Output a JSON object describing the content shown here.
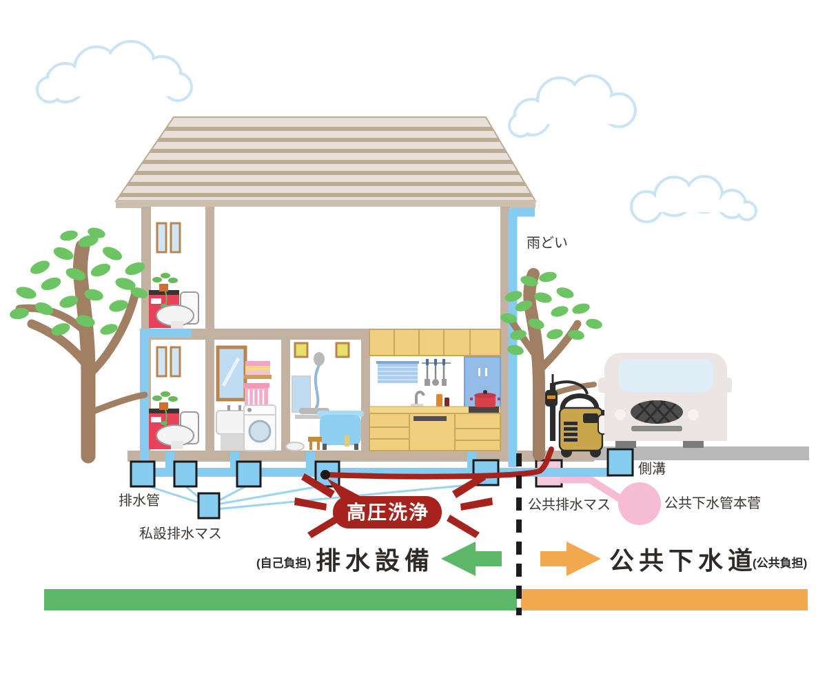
{
  "diagram": {
    "labels": {
      "rain_gutter": "雨どい",
      "drain_pipe": "排水管",
      "private_basin": "私設排水マス",
      "public_basin": "公共排水マス",
      "side_gutter": "側溝",
      "sewer_main": "公共下水管本菅",
      "pressure_wash_badge": "高圧洗浄",
      "private_side_note": "(自己負担)",
      "private_side_title": "排水設備",
      "public_side_title": "公共下水道",
      "public_side_note": "(公共負担)"
    },
    "colors": {
      "pipe_blue": "#85ccf0",
      "leader_blue": "#9ad4f2",
      "badge_red": "#a5231c",
      "hose_red": "#a5231c",
      "private_bar_green": "#5cb768",
      "public_bar_orange": "#f2a84f",
      "public_basin_pink": "#f8cade",
      "sewer_main_pink": "#f6bcd4",
      "wall_tan": "#c3b2a2",
      "roof_beige": "#e8e1d9",
      "roof_stripe": "#bcab96",
      "pavement_gray": "#b9b9b9",
      "leaf_green": "#6cc463",
      "trunk_brown": "#a07f63",
      "text_dark": "#3c3733"
    }
  }
}
